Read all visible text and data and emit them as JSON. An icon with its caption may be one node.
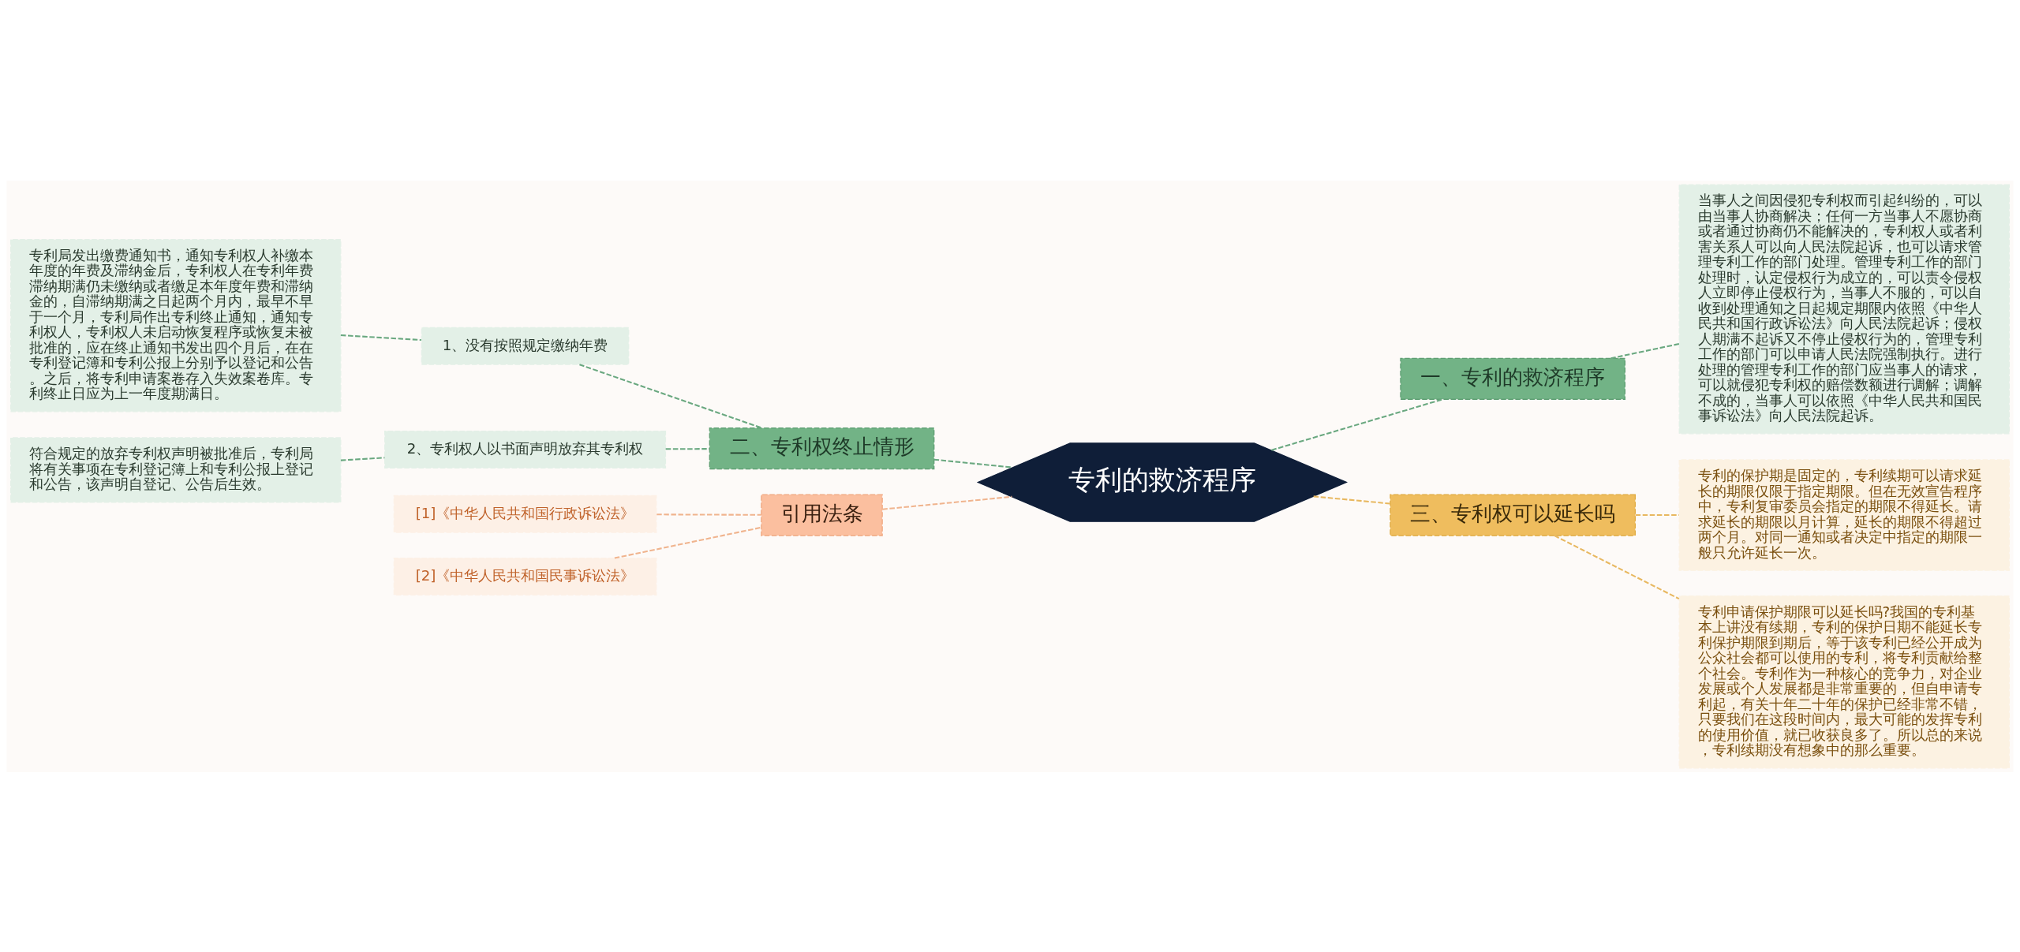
{
  "diagram": {
    "nodes": [
      {
        "text": [
          "专利的救济程序"
        ]
      },
      {
        "text": [
          "一、专利的救济程序"
        ]
      },
      {
        "text": [
          "当事人之间因侵犯专利权而引起纠纷的，可以由当事人协商解决；任何一方当事人不愿协商或者通过协商仍不能解决的，专利权人或者利害关系人可以向人民法院起诉，也可以请求管理专利工作的部门处理。管理专利工作的部门处理时，认定侵权行为成立的，可以责令侵权人立即停止侵权行为，当事人不服的，可以自收到处理通知之日起规定期限内依照《中华人民共和国行政诉讼法》向人民法院起诉；侵权人期满不起诉又不停止侵权行为的，管理专利工作的部门可以申请人民法院强制执行。进行处理的管理专利工作的部门应当事人的请求，可以就侵犯专利权的赔偿数额进行调解；调解不成的，当事人可以依照《中华人民共和国民事诉讼法》向人民法院起诉。"
        ]
      },
      {
        "text": [
          "三、专利权可以延长吗"
        ]
      },
      {
        "text": [
          "专利的保护期是固定的，专利续期可以请求延长的期限仅限于指定期限。但在无效宣告程序中，专利复审委员会指定的期限不得延长。请求延长的期限以月计算，延长的期限不得超过两个月。对同一通知或者决定中指定的期限一般只允许延长一次。"
        ]
      },
      {
        "text": [
          "专利申请保护期限可以延长吗?我国的专利基本上讲没有续期，专利的保护日期不能延长专利保护期限到期后，等于该专利已经公开成为公众社会都可以使用的专利，将专利贡献给整个社会。专利作为一种核心的竞争力，对企业发展或个人发展都是非常重要的，但自申请专利起，有关十年二十年的保护已经非常不错，只要我们在这段时间内，最大可能的发挥专利的使用价值，就已收获良多了。所以总的来说，专利续期没有想象中的那么重要。"
        ]
      },
      {
        "text": [
          "二、专利权终止情形"
        ]
      },
      {
        "text": [
          "1、没有按照规定缴纳年费"
        ]
      },
      {
        "text": [
          "专利局发出缴费通知书，通知专利权人补缴本年度的年费及滞纳金后，专利权人在专利年费滞纳期满仍未缴纳或者缴足本年度年费和滞纳金的，自滞纳期满之日起两个月内，最早不早于一个月，专利局作出专利终止通知，通知专利权人，专利权人未启动恢复程序或恢复未被批准的，应在终止通知书发出四个月后，在在专利登记簿和专利公报上分别予以登记和公告。之后，将专利申请案卷存入失效案卷库。专利终止日应为上一年度期满日。"
        ]
      },
      {
        "text": [
          "2、专利权人以书面声明放弃其专利权"
        ]
      },
      {
        "text": [
          "符合规定的放弃专利权声明被批准后，专利局将有关事项在专利登记簿上和专利公报上登记和公告，该声明自登记、公告后生效。"
        ]
      },
      {
        "text": [
          "引用法条"
        ]
      },
      {
        "text": [
          "[1]《中华人民共和国行政诉讼法》"
        ]
      },
      {
        "text": [
          "[2]《中华人民共和国民事诉讼法》"
        ]
      }
    ],
    "edges": [
      {
        "from": 0,
        "to": 1,
        "arrow": "none",
        "style": "dashed"
      },
      {
        "from": 1,
        "to": 2,
        "arrow": "none",
        "style": "dashed"
      },
      {
        "from": 0,
        "to": 3,
        "arrow": "none",
        "style": "dashed",
        "color": "#e8b860"
      },
      {
        "from": 3,
        "to": 4,
        "arrow": "none",
        "style": "dashed",
        "color": "#e8b860"
      },
      {
        "from": 3,
        "to": 5,
        "arrow": "none",
        "style": "dashed",
        "color": "#e8b860"
      },
      {
        "from": 6,
        "to": 0,
        "arrow": "none",
        "style": "dashed"
      },
      {
        "from": 7,
        "to": 6,
        "arrow": "none",
        "style": "dashed"
      },
      {
        "from": 8,
        "to": 7,
        "arrow": "none",
        "style": "dashed"
      },
      {
        "from": 9,
        "to": 6,
        "arrow": "none",
        "style": "dashed"
      },
      {
        "from": 10,
        "to": 9,
        "arrow": "none",
        "style": "dashed"
      },
      {
        "from": 11,
        "to": 0,
        "arrow": "none",
        "style": "dashed",
        "color": "#f0b48e"
      },
      {
        "from": 12,
        "to": 11,
        "arrow": "none",
        "style": "dashed",
        "color": "#f0b48e"
      },
      {
        "from": 13,
        "to": 11,
        "arrow": "none",
        "style": "dashed",
        "color": "#f0b48e"
      }
    ]
  }
}
